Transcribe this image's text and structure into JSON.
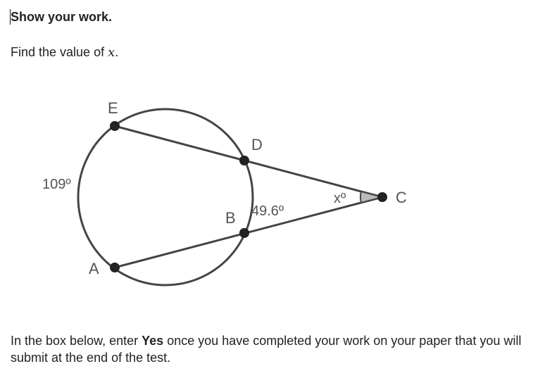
{
  "heading": "Show your work.",
  "prompt": {
    "text": "Find the value of ",
    "variable": "x",
    "end": "."
  },
  "diagram": {
    "points": {
      "E": "E",
      "D": "D",
      "C": "C",
      "B": "B",
      "A": "A"
    },
    "arc_label": "109º",
    "far_angle_label": "49.6º",
    "unknown_angle_label": "xº"
  },
  "instructions": {
    "before": "In the box below, enter ",
    "keyword": "Yes",
    "after": " once you have completed your work on your paper that you will submit at the end of the test."
  },
  "colors": {
    "stroke": "#444444",
    "label": "#555555",
    "angle_fill": "#bbbbbb"
  }
}
